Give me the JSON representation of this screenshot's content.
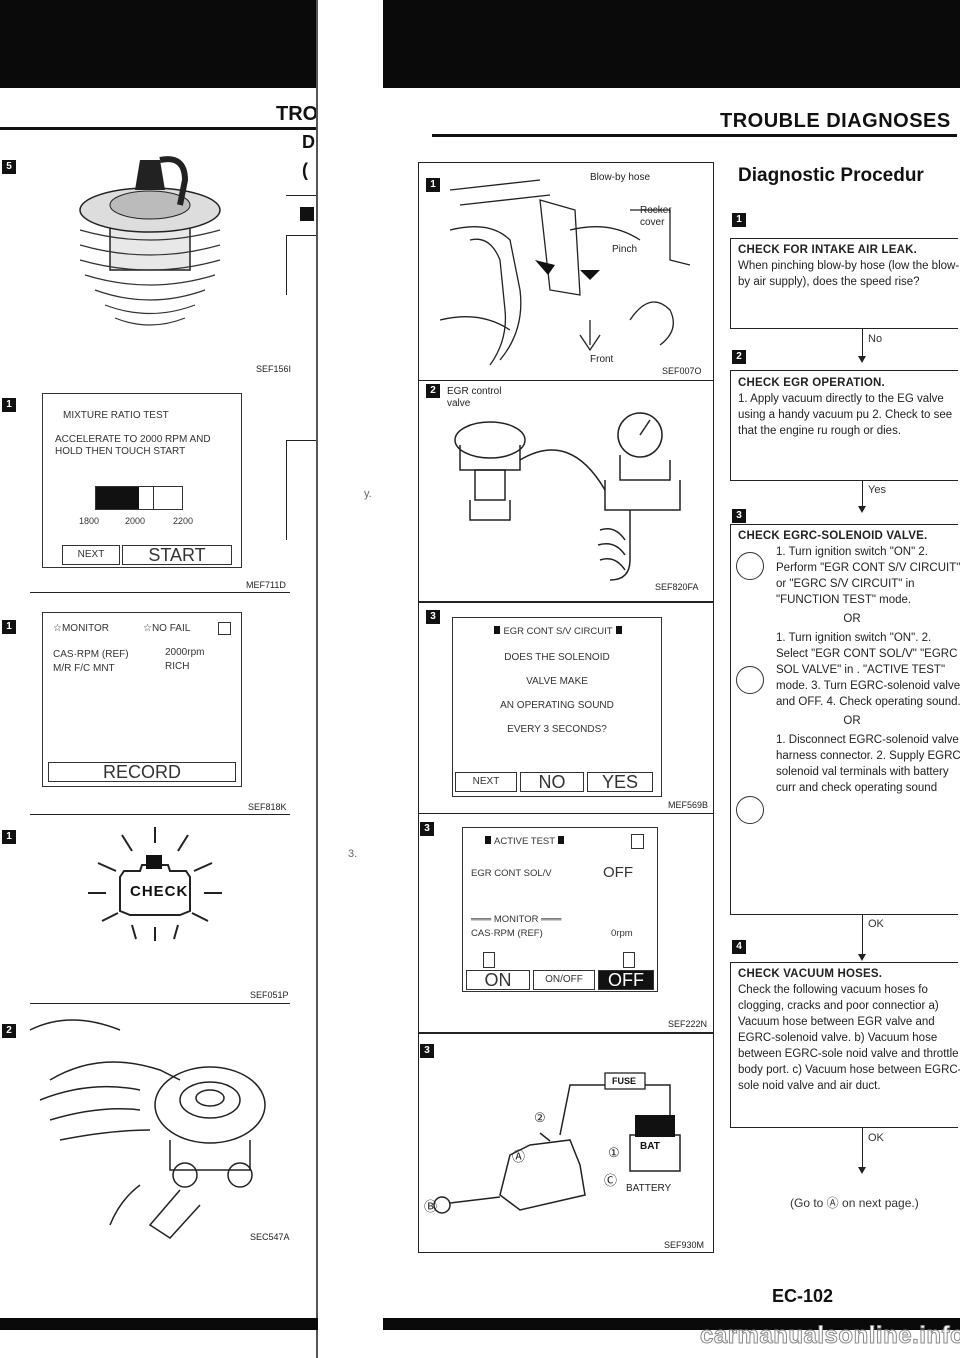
{
  "header": {
    "left_title": "TRO",
    "left_sub1": "D",
    "left_sub2": "(",
    "right_title": "TROUBLE DIAGNOSES"
  },
  "left_column": {
    "fig1": {
      "badge": "5",
      "code": "SEF156I"
    },
    "fig2": {
      "badge": "1",
      "title": "MIXTURE RATIO TEST",
      "instruction": "ACCELERATE TO 2000 RPM AND HOLD THEN TOUCH START",
      "scale": [
        "1800",
        "2000",
        "2200"
      ],
      "btn_next": "NEXT",
      "btn_start": "START",
      "code": "MEF711D",
      "gauge_fill": 0.5
    },
    "fig3": {
      "badge": "1",
      "monitor": "☆MONITOR",
      "nofail": "☆NO FAIL",
      "row1_label": "CAS·RPM (REF)",
      "row1_value": "2000rpm",
      "row2_label": "M/R F/C MNT",
      "row2_value": "RICH",
      "btn_record": "RECORD",
      "code": "SEF818K"
    },
    "fig4": {
      "badge": "1",
      "lamp_text": "CHECK",
      "code": "SEF051P"
    },
    "fig5": {
      "badge": "2",
      "code": "SEC547A"
    }
  },
  "center_column": {
    "fig1": {
      "badge": "1",
      "label_hose": "Blow-by hose",
      "label_rocker": "Rocker cover",
      "label_pinch": "Pinch",
      "label_front": "Front",
      "code": "SEF007O"
    },
    "fig2": {
      "badge": "2",
      "label": "EGR control valve",
      "code": "SEF820FA"
    },
    "fig3": {
      "badge": "3",
      "title": "EGR CONT S/V CIRCUIT",
      "lines": [
        "DOES THE SOLENOID",
        "VALVE MAKE",
        "AN OPERATING SOUND",
        "EVERY 3 SECONDS?"
      ],
      "btn_next": "NEXT",
      "btn_no": "NO",
      "btn_yes": "YES",
      "code": "MEF569B"
    },
    "fig4": {
      "badge": "3",
      "title": "ACTIVE TEST",
      "row1_label": "EGR CONT SOL/V",
      "row1_value": "OFF",
      "monitor": "MONITOR",
      "row2_label": "CAS·RPM (REF)",
      "row2_value": "0rpm",
      "btn_on": "ON",
      "btn_onoff": "ON/OFF",
      "btn_off": "OFF",
      "code": "SEF222N"
    },
    "fig5": {
      "badge": "3",
      "fuse": "FUSE",
      "bat": "BAT",
      "battery": "BATTERY",
      "mark_2": "②",
      "mark_a": "Ⓐ",
      "mark_1": "①",
      "mark_c": "Ⓒ",
      "mark_b": "Ⓑ",
      "code": "SEF930M"
    }
  },
  "gutter": {
    "mark1": "y.",
    "mark2": "3."
  },
  "right_column": {
    "heading": "Diagnostic Procedur",
    "steps": [
      {
        "badge": "1",
        "title": "CHECK FOR INTAKE AIR LEAK.",
        "body": "When pinching blow-by hose (low the blow-by air supply), does the speed rise?"
      },
      {
        "badge": "2",
        "title": "CHECK EGR OPERATION.",
        "body": "1. Apply vacuum directly to the EG valve using a handy vacuum pu 2. Check to see that the engine ru rough or dies."
      },
      {
        "badge": "3",
        "title": "CHECK EGRC-SOLENOID VALVE.",
        "body": "1. Turn ignition switch \"ON\" 2. Perform \"EGR CONT S/V CIRCUIT\" or \"EGRC S/V CIRCUIT\" in \"FUNCTION TEST\" mode.",
        "or1": "OR",
        "body2": "1. Turn ignition switch \"ON\". 2. Select \"EGR CONT SOL/V\" \"EGRC SOL VALVE\" in . \"ACTIVE TEST\" mode. 3. Turn EGRC-solenoid valve and OFF. 4. Check operating sound.",
        "or2": "OR",
        "body3": "1. Disconnect EGRC-solenoid valve harness connector. 2. Supply EGRC-solenoid val terminals with battery curr and check operating sound"
      },
      {
        "badge": "4",
        "title": "CHECK VACUUM HOSES.",
        "body": "Check the following vacuum hoses fo clogging, cracks and poor connectior a) Vacuum hose between EGR valve and EGRC-solenoid valve. b) Vacuum hose between EGRC-sole noid valve and throttle body port. c) Vacuum hose between EGRC-sole noid valve and air duct."
      }
    ],
    "conn_no": "No",
    "conn_yes": "Yes",
    "conn_ok1": "OK",
    "conn_ok2": "OK",
    "footer_note": "(Go to Ⓐ on next page.)",
    "page_number": "EC-102"
  },
  "watermark": "carmanualsonline.info"
}
